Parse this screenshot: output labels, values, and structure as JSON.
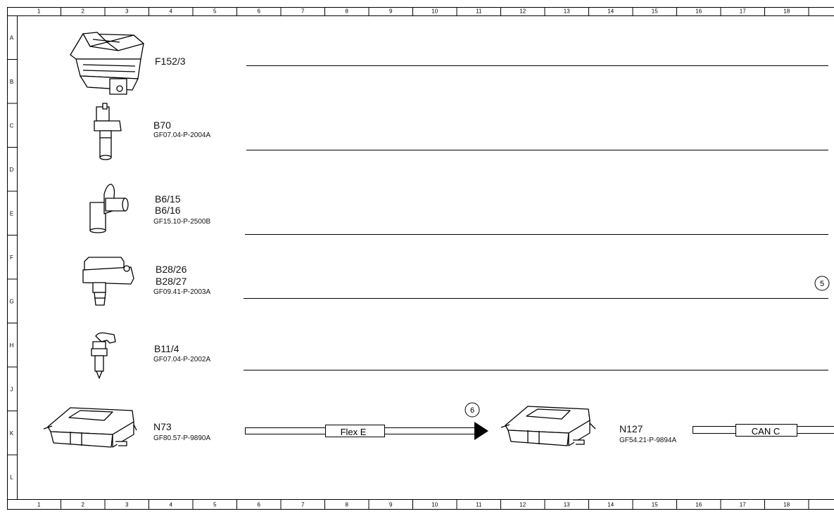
{
  "frame": {
    "columns": [
      "1",
      "2",
      "3",
      "4",
      "5",
      "6",
      "7",
      "8",
      "9",
      "10",
      "11",
      "12",
      "13",
      "14",
      "15",
      "16",
      "17",
      "18"
    ],
    "rows": [
      "A",
      "B",
      "C",
      "D",
      "E",
      "F",
      "G",
      "H",
      "J",
      "K",
      "L"
    ]
  },
  "components": [
    {
      "id": "f152",
      "code": "F152/3",
      "code2": "",
      "ref": "",
      "icon": "fuse-relay-box-icon"
    },
    {
      "id": "b70",
      "code": "B70",
      "code2": "",
      "ref": "GF07.04-P-2004A",
      "icon": "crankshaft-sensor-icon"
    },
    {
      "id": "b6",
      "code": "B6/15",
      "code2": "B6/16",
      "ref": "GF15.10-P-2500B",
      "icon": "camshaft-sensor-icon"
    },
    {
      "id": "b28",
      "code": "B28/26",
      "code2": "B28/27",
      "ref": "GF09.41-P-2003A",
      "icon": "pressure-sensor-icon"
    },
    {
      "id": "b11",
      "code": "B11/4",
      "code2": "",
      "ref": "GF07.04-P-2002A",
      "icon": "coolant-temp-sensor-icon"
    },
    {
      "id": "n73",
      "code": "N73",
      "code2": "",
      "ref": "GF80.57-P-9890A",
      "icon": "control-unit-icon"
    },
    {
      "id": "n127",
      "code": "N127",
      "code2": "",
      "ref": "GF54.21-P-9894A",
      "icon": "control-unit-icon"
    }
  ],
  "buses": [
    {
      "label": "Flex E"
    },
    {
      "label": "CAN C"
    }
  ],
  "markers": [
    {
      "number": "6"
    },
    {
      "number": "5"
    }
  ]
}
